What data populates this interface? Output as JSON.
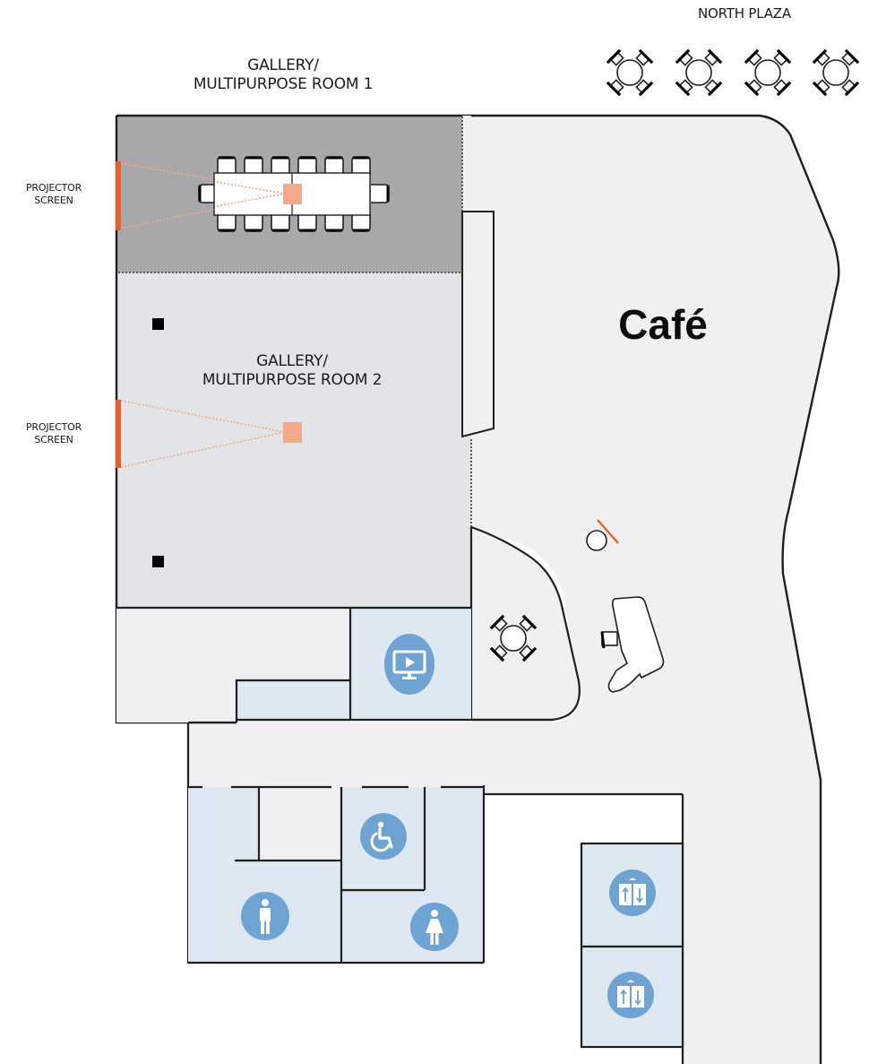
{
  "map": {
    "title": "Floor plan",
    "labels": {
      "north_plaza": "NORTH PLAZA",
      "room1_line1": "GALLERY/",
      "room1_line2": "MULTIPURPOSE ROOM 1",
      "room2_line1": "GALLERY/",
      "room2_line2": "MULTIPURPOSE ROOM 2",
      "projector1_line1": "PROJECTOR",
      "projector1_line2": "SCREEN",
      "projector2_line1": "PROJECTOR",
      "projector2_line2": "SCREEN",
      "cafe": "Café"
    },
    "icons": [
      {
        "name": "av-media-room-icon",
        "symbol": "monitor-play"
      },
      {
        "name": "accessible-restroom-icon",
        "symbol": "wheelchair"
      },
      {
        "name": "mens-restroom-icon",
        "symbol": "man"
      },
      {
        "name": "womens-restroom-icon",
        "symbol": "woman"
      },
      {
        "name": "elevator-icon",
        "symbol": "elevator-up-down"
      },
      {
        "name": "elevator-icon",
        "symbol": "elevator-up-down"
      }
    ],
    "colors": {
      "room1_fill": "#a8a8aa",
      "room2_fill": "#e3e4e7",
      "floor_fill": "#f0f0f3",
      "service_fill": "#dde8f3",
      "icon_blue": "#6fa3d2",
      "projector_orange": "#e8602c",
      "projector_beam": "#f3a98a",
      "wall": "#1f1f1f"
    },
    "furniture": {
      "north_plaza_tables": 4,
      "conference_table_chairs": 14,
      "cafe_round_tables": 1
    }
  }
}
